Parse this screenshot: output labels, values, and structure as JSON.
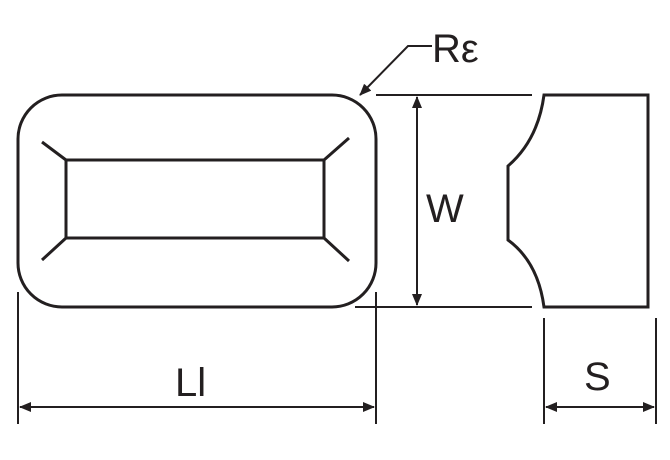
{
  "labels": {
    "radius": "Rε",
    "width": "W",
    "length": "Ll",
    "thickness": "S"
  },
  "colors": {
    "line": "#231f20",
    "background": "#ffffff"
  }
}
